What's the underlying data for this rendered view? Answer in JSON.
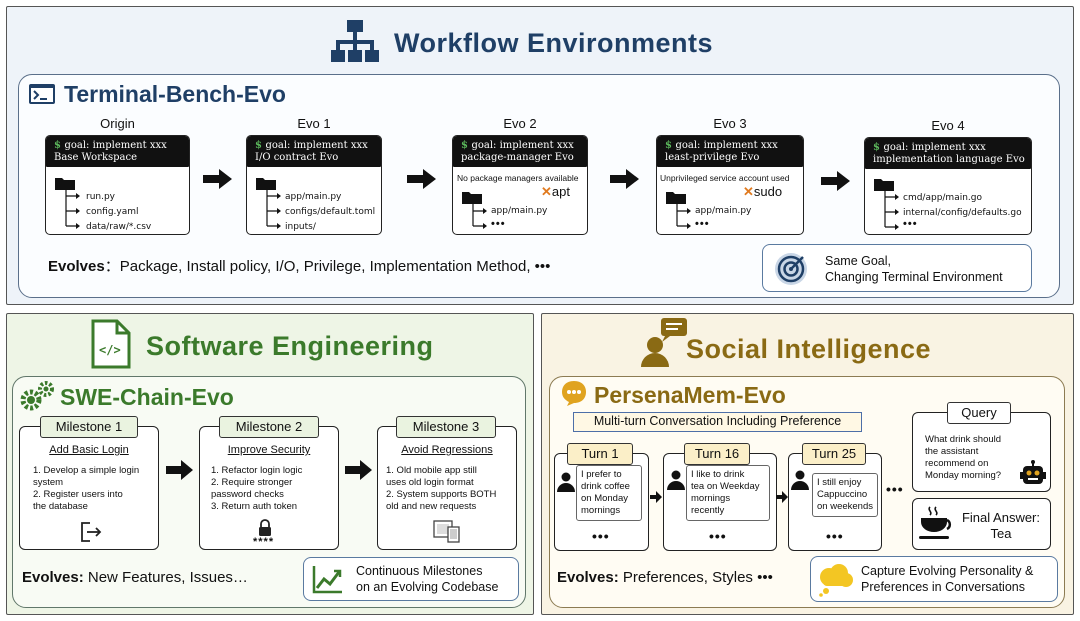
{
  "workflow": {
    "title": "Workflow Environments",
    "terminal_bench": {
      "title": "Terminal-Bench-Evo",
      "stages": [
        {
          "label": "Origin",
          "goal": "goal: implement xxx",
          "subtitle": "Base Workspace",
          "note": "",
          "marker": "",
          "files": [
            "run.py",
            "config.yaml",
            "data/raw/*.csv"
          ]
        },
        {
          "label": "Evo 1",
          "goal": "goal: implement xxx",
          "subtitle": "I/O contract Evo",
          "note": "",
          "marker": "",
          "files": [
            "app/main.py",
            "configs/default.toml",
            "inputs/"
          ]
        },
        {
          "label": "Evo 2",
          "goal": "goal: implement xxx",
          "subtitle": "package-manager Evo",
          "note": "No package managers available",
          "marker": "apt",
          "files": [
            "app/main.py",
            "•••"
          ]
        },
        {
          "label": "Evo 3",
          "goal": "goal: implement xxx",
          "subtitle": "least-privilege Evo",
          "note": "Unprivileged service account used",
          "marker": "sudo",
          "files": [
            "app/main.py",
            "•••"
          ]
        },
        {
          "label": "Evo 4",
          "goal": "goal: implement xxx",
          "subtitle": "implementation language Evo",
          "note": "",
          "marker": "",
          "files": [
            "cmd/app/main.go",
            "internal/config/defaults.go",
            "•••"
          ]
        }
      ],
      "evolves_label": "Evolves",
      "evolves_text": "Package, Install policy, I/O, Privilege, Implementation Method,  •••",
      "callout_line1": "Same Goal,",
      "callout_line2": "Changing Terminal Environment"
    }
  },
  "software": {
    "title": "Software Engineering",
    "swe": {
      "title": "SWE-Chain-Evo",
      "milestones": [
        {
          "tag": "Milestone 1",
          "title": "Add Basic Login",
          "lines": [
            "1. Develop a simple login",
            "system",
            "2. Register users into",
            "the database"
          ]
        },
        {
          "tag": "Milestone 2",
          "title": "Improve Security",
          "lines": [
            "1. Refactor login logic",
            "2. Require stronger",
            "password checks",
            "3. Return auth token"
          ],
          "code": "****"
        },
        {
          "tag": "Milestone 3",
          "title": "Avoid Regressions",
          "lines": [
            "1. Old mobile app still",
            "uses old login format",
            "2. System supports BOTH",
            "old and new requests"
          ]
        }
      ],
      "evolves_label": "Evolves:",
      "evolves_text": "New Features, Issues…",
      "callout_line1": "Continuous Milestones",
      "callout_line2": "on an Evolving Codebase"
    }
  },
  "social": {
    "title": "Social Intelligence",
    "pm": {
      "title": "PersenaMem-Evo",
      "banner": "Multi-turn Conversation Including Preference",
      "turns": [
        {
          "tag": "Turn 1",
          "lines": [
            "I prefer to",
            "drink coffee",
            "on Monday",
            "mornings"
          ]
        },
        {
          "tag": "Turn 16",
          "lines": [
            "I like to drink",
            "tea on Weekday",
            "mornings",
            "recently"
          ]
        },
        {
          "tag": "Turn 25",
          "lines": [
            "I still enjoy",
            "Cappuccino",
            "on weekends"
          ]
        }
      ],
      "more": "•••",
      "query_tag": "Query",
      "query_lines": [
        "What drink should",
        "the assistant",
        "recommend on",
        "Monday morning?"
      ],
      "answer_line1": "Final Answer:",
      "answer_line2": "Tea",
      "evolves_label": "Evolves:",
      "evolves_text": "Preferences, Styles  •••",
      "callout_line1": "Capture Evolving Personality &",
      "callout_line2": "Preferences in Conversations"
    }
  },
  "colors": {
    "navy": "#1f3f66",
    "green_title": "#3b7a2b",
    "gold_title": "#8a6a14",
    "terminal_green": "#5cb85c",
    "marker_orange": "#e07a1f"
  }
}
